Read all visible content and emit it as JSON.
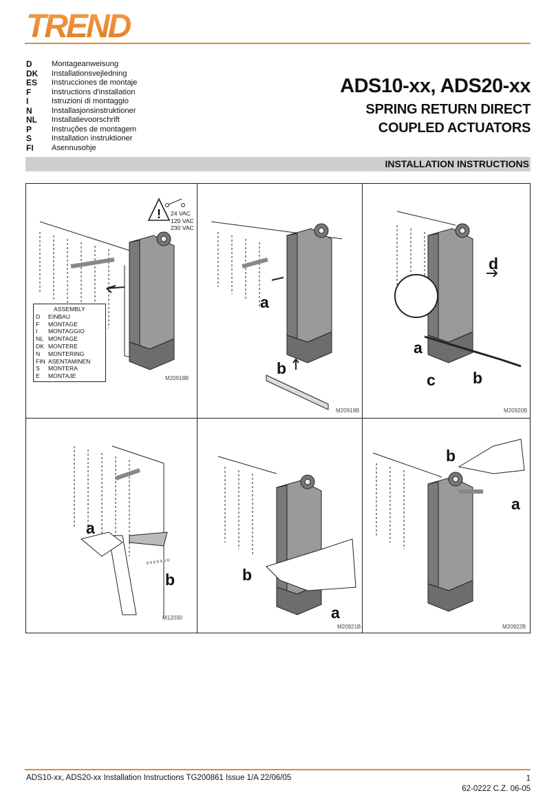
{
  "header": {
    "logo": "TREND",
    "title": "ADS10-xx, ADS20-xx",
    "subtitle_line1": "SPRING RETURN DIRECT",
    "subtitle_line2": "COUPLED ACTUATORS",
    "section": "INSTALLATION INSTRUCTIONS"
  },
  "languages": [
    {
      "code": "D",
      "text": "Montageanweisung"
    },
    {
      "code": "DK",
      "text": "Installationsvejledning"
    },
    {
      "code": "ES",
      "text": "Instrucciones de montaje"
    },
    {
      "code": "F",
      "text": "Instructions d'installation"
    },
    {
      "code": "I",
      "text": "Istruzioni di montaggio"
    },
    {
      "code": "N",
      "text": "Installasjonsinstruktioner"
    },
    {
      "code": "NL",
      "text": "Installatievoorschrift"
    },
    {
      "code": "P",
      "text": "Instruções de montagem"
    },
    {
      "code": "S",
      "text": "Installation instruktioner"
    },
    {
      "code": "FI",
      "text": "Asennusohje"
    }
  ],
  "panel1": {
    "warning_icon": "warning-triangle-icon",
    "voltages": [
      "24 VAC",
      "120 VAC",
      "230 VAC"
    ],
    "legend_title": "ASSEMBLY",
    "legend": [
      {
        "code": "D",
        "text": "EINBAU"
      },
      {
        "code": "F",
        "text": "MONTAGE"
      },
      {
        "code": "I",
        "text": "MONTAGGIO"
      },
      {
        "code": "NL",
        "text": "MONTAGE"
      },
      {
        "code": "DK",
        "text": "MONTERE"
      },
      {
        "code": "N",
        "text": "MONTERING"
      },
      {
        "code": "FIN",
        "text": "ASENTAMINEN"
      },
      {
        "code": "S",
        "text": "MONTERA"
      },
      {
        "code": "E",
        "text": "MONTAJE"
      }
    ],
    "figure_code": "M20918B"
  },
  "panel2": {
    "labels": [
      "a",
      "b"
    ],
    "figure_code": "M20919B"
  },
  "panel3": {
    "labels": [
      "d",
      "a",
      "c",
      "b"
    ],
    "figure_code": "M20920B"
  },
  "panel4": {
    "labels": [
      "a",
      "b"
    ],
    "figure_code": "M12030"
  },
  "panel5": {
    "labels": [
      "b",
      "a"
    ],
    "figure_code": "M20921B"
  },
  "panel6": {
    "labels": [
      "b",
      "a"
    ],
    "figure_code": "M20922B"
  },
  "footer": {
    "left": "ADS10-xx, ADS20-xx Installation Instructions TG200861 Issue 1/A 22/06/05",
    "page": "1",
    "doc_code": "62-0222 C.Z. 06-05"
  }
}
